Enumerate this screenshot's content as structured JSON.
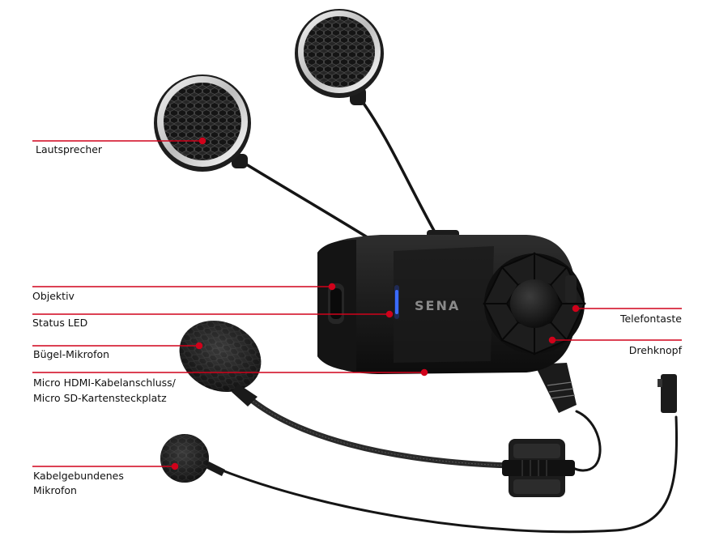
{
  "product": {
    "brand": "SENA",
    "accent_color": "#d0021b",
    "led_color": "#3a6bff"
  },
  "callouts": {
    "speaker": "Lautsprecher",
    "lens": "Objektiv",
    "status_led": "Status LED",
    "boom_mic": "Bügel-Mikrofon",
    "port_line1": "Micro HDMI-Kabelanschluss/",
    "port_line2": "Micro SD-Kartensteckplatz",
    "wired_mic_line1": "Kabelgebundenes",
    "wired_mic_line2": "Mikrofon",
    "phone_button": "Telefontaste",
    "jog_dial": "Drehknopf"
  }
}
